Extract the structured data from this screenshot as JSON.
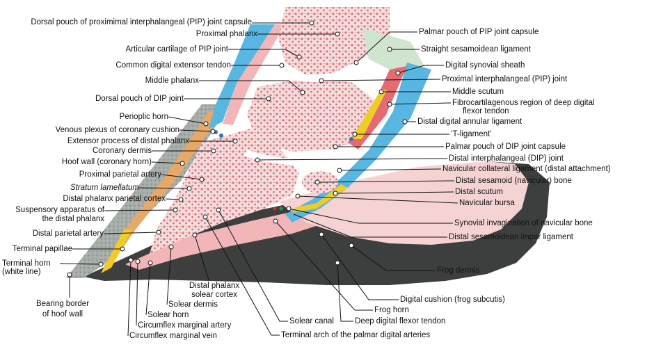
{
  "labels": {
    "dorsal_pouch_pip": "Dorsal pouch of proximimal interphalangeal (PIP) joint capsule",
    "proximal_phalanx": "Proximal phalanx",
    "articular_cartilage_pip": "Articular cartilage of PIP joint",
    "common_digital_extensor_tendon": "Common digital extensor tendon",
    "middle_phalanx": "Middle phalanx",
    "dorsal_pouch_dip": "Dorsal pouch of DIP joint",
    "perioplic_horn": "Perioplic horn",
    "venous_plexus": "Venous plexus of coronary cushion",
    "extensor_process": "Extensor process of distal phalanx",
    "coronary_dermis": "Coronary dermis",
    "hoof_wall_coronary": "Hoof wall (coronary horn)",
    "proximal_parietal_artery": "Proximal parietal artery",
    "stratum_lamellatum": "Stratum lamellatum",
    "distal_phalanx_parietal_cortex": "Distal phalanx parietal cortex",
    "suspensory_apparatus_line1": "Suspensory apparatus of",
    "suspensory_apparatus_line2": "the distal phalanx",
    "distal_parietal_artery": "Distal parietal artery",
    "terminal_papillae": "Terminal papillae",
    "terminal_horn_line1": "Terminal horn",
    "terminal_horn_line2": "(white line)",
    "bearing_border_line1": "Bearing border",
    "bearing_border_line2": "of hoof wall",
    "palmar_pouch_pip": "Palmar pouch of PIP joint capsule",
    "straight_sesamoidean_ligament": "Straight sesamoidean ligament",
    "digital_synovial_sheath": "Digital synovial sheath",
    "pip_joint": "Proximal interphalangeal (PIP) joint",
    "middle_scutum": "Middle scutum",
    "fibrocartilagenous_line1": "Fibrocartilagenous region of deep digital",
    "fibrocartilagenous_line2": "flexor tendon",
    "distal_digital_annular_ligament": "Distal digital annular ligament",
    "t_ligament": "‘T-ligament’",
    "palmar_pouch_dip": "Palmar pouch of DIP joint capsule",
    "dip_joint": "Distal interphalangeal (DIP) joint",
    "navicular_collateral_ligament": "Navicular collateral ligament (distal attachment)",
    "distal_sesamoid_bone": "Distal sesamoid (navicular) bone",
    "distal_scutum": "Distal scutum",
    "navicular_bursa": "Navicular bursa",
    "synovial_invagination": "Synovial invagination of navicular bone",
    "distal_sesamoidean_impar_ligament": "Distal sesamoidean impar ligament",
    "frog_dermis": "Frog dermis",
    "digital_cushion": "Digital cushion (frog subcutis)",
    "frog_horn": "Frog horn",
    "deep_digital_flexor_tendon": "Deep digital flexor tendon",
    "solear_canal": "Solear canal",
    "terminal_arch": "Terminal arch of the palmar digital arteries",
    "distal_phalanx_solear_line1": "Distal phalanx",
    "distal_phalanx_solear_line2": "solear cortex",
    "solear_dermis": "Solear dermis",
    "solear_horn": "Solear horn",
    "circumflex_marginal_artery": "Circumflex marginal artery",
    "circumflex_marginal_vein": "Circumflex marginal vein"
  },
  "colors": {
    "bone": "#f3dede",
    "bone_marrow": "#d94a55",
    "tendon_blue": "#58b6e0",
    "dermis_pink": "#f2b6b8",
    "laminae_orange": "#e8a868",
    "hoof_wall_gray": "#9aa09c",
    "frog_dark": "#3c3f3e",
    "cartilage_white": "#ffffff",
    "ligament_green": "#cfe5cf",
    "scutum_yellow": "#f0cc28"
  }
}
